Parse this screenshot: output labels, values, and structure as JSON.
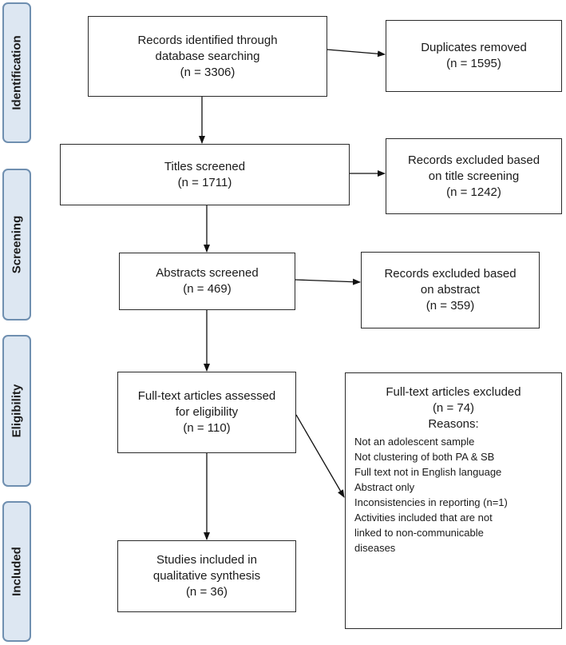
{
  "phases": {
    "identification": "Identification",
    "screening": "Screening",
    "eligibility": "Eligibility",
    "included": "Included"
  },
  "boxes": {
    "records_identified": [
      "Records identified through",
      "database searching",
      "(n = 3306)"
    ],
    "duplicates_removed": [
      "Duplicates removed",
      "(n = 1595)"
    ],
    "titles_screened": [
      "Titles screened",
      "(n = 1711)"
    ],
    "excluded_title": [
      "Records excluded based",
      "on title screening",
      "(n = 1242)"
    ],
    "abstracts_screened": [
      "Abstracts screened",
      "(n = 469)"
    ],
    "excluded_abstract": [
      "Records excluded based",
      "on abstract",
      "(n = 359)"
    ],
    "fulltext_assessed": [
      "Full-text articles assessed",
      "for eligibility",
      "(n = 110)"
    ],
    "studies_included": [
      "Studies included in",
      "qualitative synthesis",
      "(n = 36)"
    ]
  },
  "fulltext_excluded": {
    "head": [
      "Full-text articles excluded",
      "(n = 74)",
      "Reasons:"
    ],
    "reasons": [
      "Not an adolescent sample",
      "Not clustering of both PA & SB",
      "Full text not in English language",
      "Abstract only",
      "Inconsistencies in reporting (n=1)",
      "Activities included that are not",
      "linked to non-communicable",
      "diseases"
    ]
  }
}
